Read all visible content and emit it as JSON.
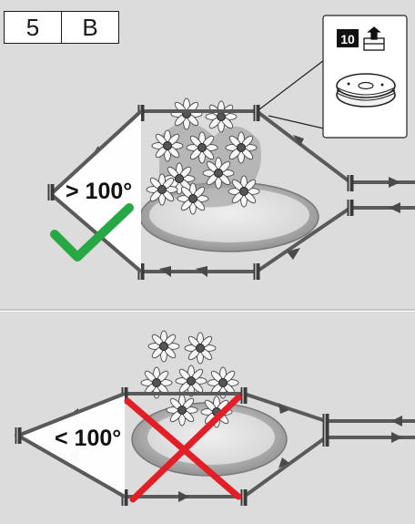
{
  "header": {
    "step": "5",
    "variant": "B"
  },
  "callout": {
    "qty": "10",
    "box_icon": "unbox-icon",
    "item_icon": "wire-spool-icon"
  },
  "panels": [
    {
      "id": "correct",
      "angle_label": "> 100°",
      "verdict_icon": "checkmark-icon",
      "verdict_color": "#27a845"
    },
    {
      "id": "incorrect",
      "angle_label": "< 100°",
      "verdict_icon": "cross-icon",
      "verdict_color": "#e21f26"
    }
  ],
  "colors": {
    "panel_bg": "#dcdcdc",
    "wire": "#555555",
    "peg": "#333333"
  }
}
